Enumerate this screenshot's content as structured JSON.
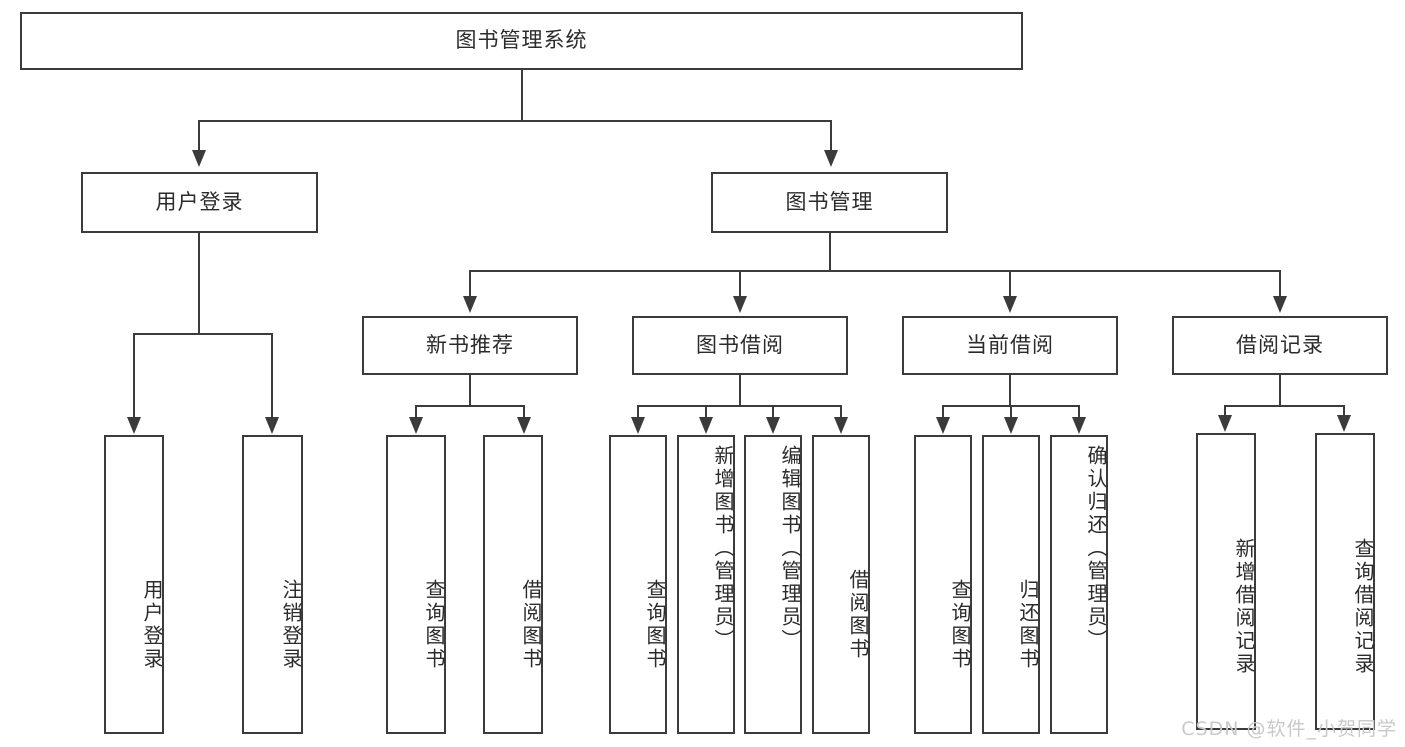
{
  "diagram": {
    "type": "tree",
    "title": "图书管理系统",
    "root": {
      "label": "图书管理系统",
      "orientation": "horizontal"
    },
    "level2": [
      {
        "label": "用户登录",
        "orientation": "horizontal"
      },
      {
        "label": "图书管理",
        "orientation": "horizontal"
      }
    ],
    "level3": [
      {
        "label": "新书推荐",
        "orientation": "horizontal"
      },
      {
        "label": "图书借阅",
        "orientation": "horizontal"
      },
      {
        "label": "当前借阅",
        "orientation": "horizontal"
      },
      {
        "label": "借阅记录",
        "orientation": "horizontal"
      }
    ],
    "leaves": {
      "user_login": [
        {
          "label": "用户登录",
          "orientation": "vertical"
        },
        {
          "label": "注销登录",
          "orientation": "vertical"
        }
      ],
      "new_book_recommend": [
        {
          "label": "查询图书",
          "orientation": "vertical"
        },
        {
          "label": "借阅图书",
          "orientation": "vertical"
        }
      ],
      "book_borrow": [
        {
          "label": "查询图书",
          "orientation": "vertical"
        },
        {
          "label": "新增图书（管理员）",
          "orientation": "vertical"
        },
        {
          "label": "编辑图书（管理员）",
          "orientation": "vertical"
        },
        {
          "label": "借阅图书",
          "orientation": "vertical"
        }
      ],
      "current_borrow": [
        {
          "label": "查询图书",
          "orientation": "vertical"
        },
        {
          "label": "归还图书",
          "orientation": "vertical"
        },
        {
          "label": "确认归还（管理员）",
          "orientation": "vertical"
        }
      ],
      "borrow_record": [
        {
          "label": "新增借阅记录",
          "orientation": "vertical"
        },
        {
          "label": "查询借阅记录",
          "orientation": "vertical"
        }
      ]
    }
  },
  "watermark": {
    "text": "CSDN @软件_小贺同学"
  },
  "colors": {
    "stroke": "#3b3b3b",
    "text": "#2b2b2b",
    "background": "#ffffff",
    "watermark": "#c9c9c9"
  }
}
